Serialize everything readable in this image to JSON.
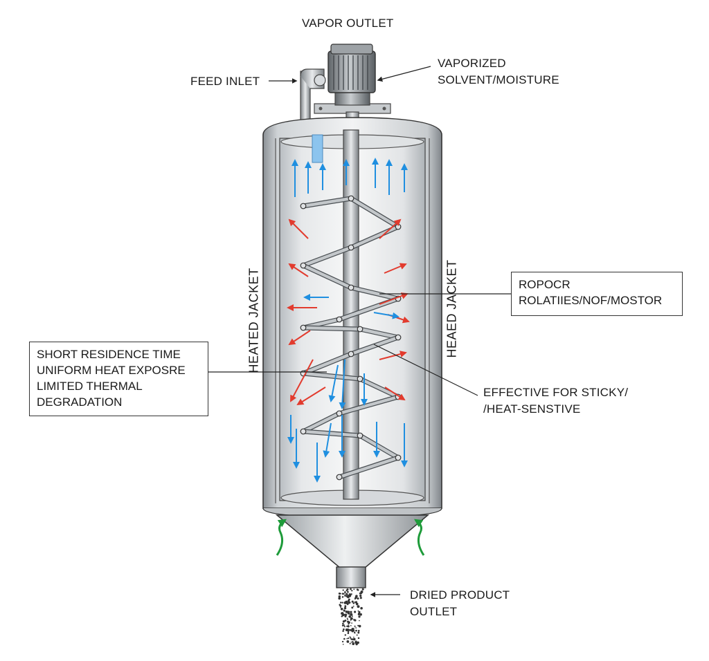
{
  "labels": {
    "vapor_outlet": "VAPOR OUTLET",
    "feed_inlet": "FEED INLET",
    "vaporized_line1": "VAPORIZED",
    "vaporized_line2": "SOLVENT/MOISTURE",
    "heated_jacket_left": "HEATED JACKET",
    "heated_jacket_right": "HEAED JACKET",
    "rotor_line1": "ROPOCR",
    "rotor_line2": "ROLATIIES/NOF/MOSTOR",
    "benefits_line1": "SHORT RESIDENCE TIME",
    "benefits_line2": "UNIFORM HEAT EXPOSRE",
    "benefits_line3": "LIMITED THERMAL",
    "benefits_line4": "DEGRADATION",
    "effective_line1": "EFFECTIVE FOR STICKY/",
    "effective_line2": "/HEAT-SENSTIVE",
    "dried_line1": "DRIED PRODUCT",
    "dried_line2": "OUTLET"
  },
  "colors": {
    "heat_arrow": "#e23b2e",
    "vapor_arrow": "#1f8fe0",
    "airflow_arrow": "#1e9b3a",
    "steel_dark": "#6f7478",
    "steel_light": "#e4e6e8",
    "outline": "#333333"
  },
  "icons": [
    "motor-icon",
    "spiral-agitator-icon",
    "powder-stream-icon"
  ]
}
